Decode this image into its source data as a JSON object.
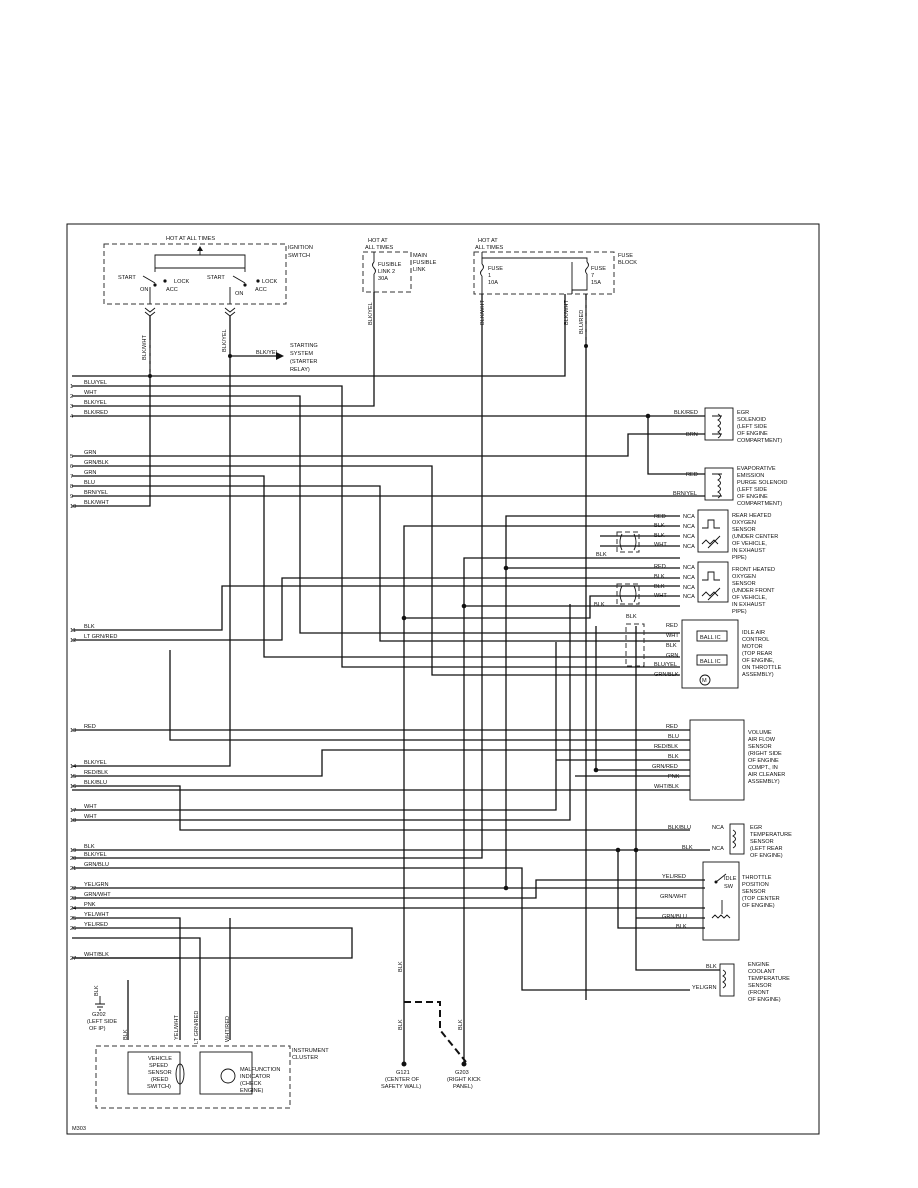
{
  "diagram": {
    "code": "M303",
    "ignition_switch": {
      "title": [
        "IGNITION",
        "SWITCH"
      ],
      "hot": "HOT AT ALL TIMES",
      "start": "START",
      "on": "ON",
      "lock": "LOCK",
      "acc": "ACC"
    },
    "main_fusible_link": {
      "hot": [
        "HOT AT",
        "ALL TIMES"
      ],
      "title": [
        "MAIN",
        "FUSIBLE",
        "LINK"
      ],
      "element": [
        "FUSIBLE",
        "LINK 2",
        "30A"
      ]
    },
    "fuse_block": {
      "hot": [
        "HOT AT",
        "ALL TIMES"
      ],
      "title": [
        "FUSE",
        "BLOCK"
      ],
      "fuse_a": [
        "FUSE",
        "1",
        "10A"
      ],
      "fuse_b": [
        "FUSE",
        "7",
        "15A"
      ]
    },
    "starting_system": [
      "STARTING",
      "SYSTEM",
      "(STARTER",
      "RELAY)"
    ],
    "vertical_wire_labels": {
      "ign_left": "BLK/WHT",
      "ign_right": "BLK/YEL",
      "fusible_link": "BLK/YEL",
      "fuse_a": "BLK/WHT",
      "fuse_b": "BLK/WHT",
      "fuse_red": "BLU/RED",
      "ground_121": "BLK",
      "ground_121_lower": "BLK",
      "ground_203": "BLK",
      "g202_vert": "BLK",
      "cluster_blk": "BLK",
      "cluster_yel": "YEL/WHT",
      "cluster_grnred": "LT GRN/RED",
      "cluster_whtred": "WHT/RED"
    },
    "starter_label": "BLK/YEL",
    "ecm_pins": [
      {
        "num": "1",
        "color": "BLU/YEL"
      },
      {
        "num": "2",
        "color": "WHT"
      },
      {
        "num": "3",
        "color": "BLK/YEL"
      },
      {
        "num": "4",
        "color": "BLK/RED"
      },
      {
        "num": "5",
        "color": "GRN"
      },
      {
        "num": "6",
        "color": "GRN/BLK"
      },
      {
        "num": "7",
        "color": "GRN"
      },
      {
        "num": "8",
        "color": "BLU"
      },
      {
        "num": "9",
        "color": "BRN/YEL"
      },
      {
        "num": "10",
        "color": "BLK/WHT"
      },
      {
        "num": "11",
        "color": "BLK"
      },
      {
        "num": "12",
        "color": "LT GRN/RED"
      },
      {
        "num": "13",
        "color": "RED"
      },
      {
        "num": "14",
        "color": "BLK/YEL"
      },
      {
        "num": "15",
        "color": "RED/BLK"
      },
      {
        "num": "16",
        "color": "BLK/BLU"
      },
      {
        "num": "17",
        "color": "WHT"
      },
      {
        "num": "18",
        "color": "WHT"
      },
      {
        "num": "19",
        "color": "BLK"
      },
      {
        "num": "20",
        "color": "BLK/YEL"
      },
      {
        "num": "21",
        "color": "GRN/BLU"
      },
      {
        "num": "22",
        "color": "YEL/GRN"
      },
      {
        "num": "23",
        "color": "GRN/WHT"
      },
      {
        "num": "24",
        "color": "PNK"
      },
      {
        "num": "25",
        "color": "YEL/WHT"
      },
      {
        "num": "26",
        "color": "YEL/RED"
      },
      {
        "num": "27",
        "color": "WHT/BLK"
      }
    ],
    "components": {
      "egr_solenoid": [
        "EGR",
        "SOLENOID",
        "(LEFT SIDE",
        "OF ENGINE",
        "COMPARTMENT)"
      ],
      "evap_solenoid": [
        "EVAPORATIVE",
        "EMISSION",
        "PURGE SOLENOID",
        "(LEFT SIDE",
        "OF ENGINE",
        "COMPARTMENT)"
      ],
      "rear_o2": [
        "REAR HEATED",
        "OXYGEN",
        "SENSOR",
        "(UNDER CENTER",
        "OF VEHICLE,",
        "IN EXHAUST",
        "PIPE)"
      ],
      "front_o2": [
        "FRONT HEATED",
        "OXYGEN",
        "SENSOR",
        "(UNDER FRONT",
        "OF VEHICLE,",
        "IN EXHAUST",
        "PIPE)"
      ],
      "iac_motor": [
        "IDLE AIR",
        "CONTROL",
        "MOTOR",
        "(TOP REAR",
        "OF ENGINE,",
        "ON THROTTLE",
        "ASSEMBLY)"
      ],
      "vaf_sensor": [
        "VOLUME",
        "AIR FLOW",
        "SENSOR",
        "(RIGHT SIDE",
        "OF ENGINE",
        "COMPT., IN",
        "AIR CLEANER",
        "ASSEMBLY)"
      ],
      "egr_temp": [
        "EGR",
        "TEMPERATURE",
        "SENSOR",
        "(LEFT REAR",
        "OF ENGINE)"
      ],
      "tps": [
        "THROTTLE",
        "POSITION",
        "SENSOR",
        "(TOP CENTER",
        "OF ENGINE)"
      ],
      "ect": [
        "ENGINE",
        "COOLANT",
        "TEMPERATURE",
        "SENSOR",
        "(FRONT",
        "OF ENGINE)"
      ],
      "instrument_cluster": [
        "INSTRUMENT",
        "CLUSTER"
      ],
      "vss": [
        "VEHICLE",
        "SPEED",
        "SENSOR",
        "(REED",
        "SWITCH)"
      ],
      "mil": [
        "MALFUNCTION",
        "INDICATOR",
        "(CHECK",
        "ENGINE)"
      ]
    },
    "component_wire_labels": {
      "egr_blkred": "BLK/RED",
      "egr_brn": "BRN",
      "evap_red": "RED",
      "evap_brnyel": "BRN/YEL",
      "rear_red": "RED",
      "rear_blk1": "BLK",
      "rear_blk2": "BLK",
      "rear_wht": "WHT",
      "rear_shield_blk": "BLK",
      "front_red": "RED",
      "front_blk1": "BLK",
      "front_blk2": "BLK",
      "front_wht": "WHT",
      "front_shield_blk": "BLK",
      "iac_red": "RED",
      "iac_wht": "WHT",
      "iac_blk": "BLK",
      "iac_grn": "GRN",
      "iac_bluyel": "BLU/YEL",
      "iac_grnblk": "GRN/BLK",
      "iac_shield_blk": "BLK",
      "vaf_red": "RED",
      "vaf_blu": "BLU",
      "vaf_redblk": "RED/BLK",
      "vaf_blk": "BLK",
      "vaf_grnred": "GRN/RED",
      "vaf_pnk": "PNK",
      "vaf_whtblk": "WHT/BLK",
      "egrt_blkblu": "BLK/BLU",
      "egrt_blk": "BLK",
      "tps_yelred": "YEL/RED",
      "tps_grnwht": "GRN/WHT",
      "tps_grnblu": "GRN/BLU",
      "tps_blk": "BLK",
      "ect_blk": "BLK",
      "ect_yelgrn": "YEL/GRN"
    },
    "nca": "NCA",
    "ball_ic": "BALL IC",
    "tps_idle": "IDLE",
    "tps_sw": "SW",
    "motor_symbol": "M",
    "grounds": {
      "g202": [
        "G202",
        "(LEFT SIDE",
        "OF IP)"
      ],
      "g121": [
        "G121",
        "(CENTER OF",
        "SAFETY WALL)"
      ],
      "g203": [
        "G203",
        "(RIGHT KICK",
        "PANEL)"
      ]
    }
  }
}
